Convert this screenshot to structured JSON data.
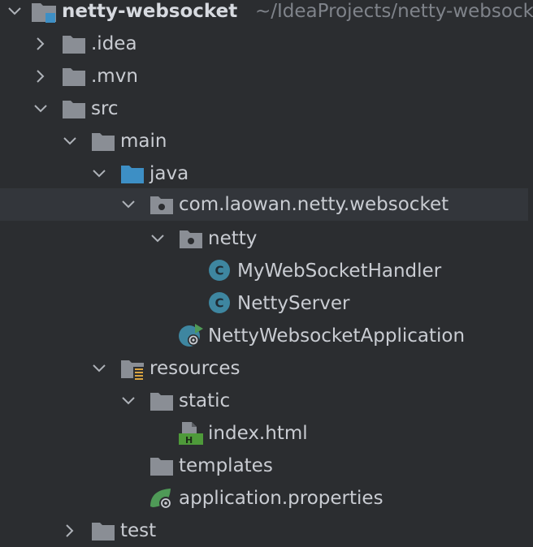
{
  "project": {
    "name": "netty-websocket",
    "path": "~/IdeaProjects/netty-websocket"
  },
  "tree": {
    "idea": ".idea",
    "mvn": ".mvn",
    "src": "src",
    "main": "main",
    "java": "java",
    "package": "com.laowan.netty.websocket",
    "netty": "netty",
    "handler": "MyWebSocketHandler",
    "server": "NettyServer",
    "app": "NettyWebsocketApplication",
    "resources": "resources",
    "static": "static",
    "index": "index.html",
    "templates": "templates",
    "props": "application.properties",
    "test": "test"
  },
  "colors": {
    "background": "#2b2d30",
    "selected_row": "#33363b",
    "folder": "#8a8e95",
    "source_folder": "#3d8fc5",
    "class_icon": "#3e86a0",
    "html_icon": "#4e9a3a",
    "spring_icon": "#4f9a57"
  }
}
